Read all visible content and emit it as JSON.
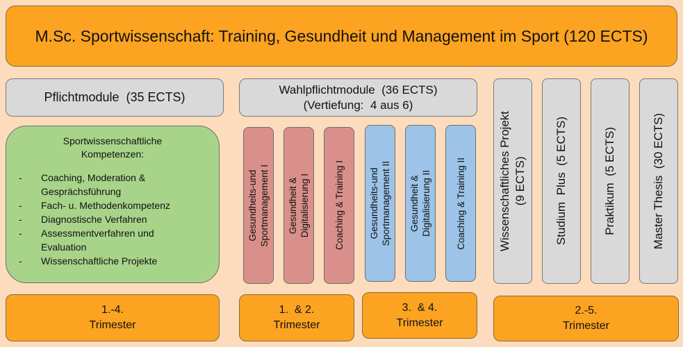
{
  "title": "M.Sc. Sportwissenschaft: Training, Gesundheit und Management im Sport (120 ECTS)",
  "pflichtmodule": "Pflichtmodule  (35 ECTS)",
  "wahlpflicht": {
    "line1": "Wahlpflichtmodule  (36 ECTS)",
    "line2": "(Vertiefung:  4 aus 6)"
  },
  "competences": {
    "title_line1": "Sportwissenschaftliche",
    "title_line2": "Kompetenzen:",
    "items": [
      "Coaching, Moderation  &\nGesprächsführung",
      "Fach- u. Methodenkompetenz",
      "Diagnostische  Verfahren",
      "Assessmentverfahren  und\nEvaluation",
      "Wissenschaftliche  Projekte"
    ]
  },
  "modules": [
    "Gesundheits-und\nSportmanagement  I",
    "Gesundheit  &\nDigitalisierung  I",
    "Coaching  & Training  I",
    "Gesundheits-und\nSportmanagement  II",
    "Gesundheit  &\nDigitalisierung  II",
    "Coaching  & Training  II"
  ],
  "right_modules": [
    "Wissenschaftliches Projekt\n(9 ECTS)",
    "Studium  Plus  (5 ECTS)",
    "Praktikum  (5 ECTS)",
    "Master Thesis  (30 ECTS)"
  ],
  "trimesters": [
    {
      "line1": "1.-4.",
      "line2": "Trimester"
    },
    {
      "line1": "1.  & 2.",
      "line2": "Trimester"
    },
    {
      "line1": "3.  & 4.",
      "line2": "Trimester"
    },
    {
      "line1": "2.-5.",
      "line2": "Trimester"
    }
  ],
  "colors": {
    "background": "#fcdcbc",
    "orange": "#fca321",
    "gray": "#d9d9d9",
    "green": "#a8d48a",
    "red": "#d9908a",
    "blue": "#9dc4e8"
  }
}
